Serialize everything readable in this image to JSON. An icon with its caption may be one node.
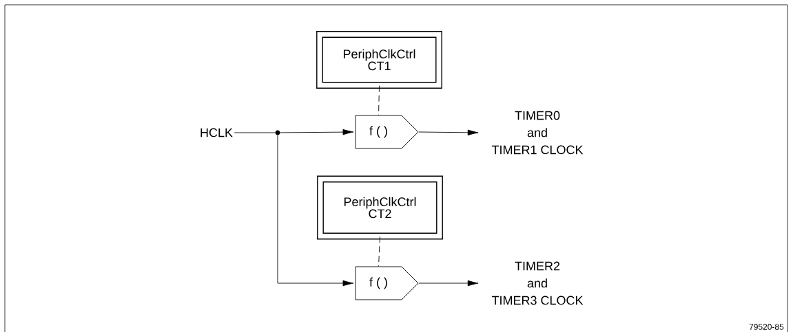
{
  "diagram": {
    "nodes": [
      {
        "text": [
          "HCLK"
        ]
      },
      {
        "text": [],
        "shape": "circle"
      },
      {
        "text": [
          "PeriphClkCtrl CT1"
        ]
      },
      {
        "text": [
          "f ( )"
        ]
      },
      {
        "text": [
          "TIMER0 and TIMER1 CLOCK"
        ]
      },
      {
        "text": [
          "PeriphClkCtrl CT2"
        ]
      },
      {
        "text": [
          "f ( )"
        ]
      },
      {
        "text": [
          "TIMER2 and TIMER3 CLOCK"
        ]
      }
    ],
    "edges": [
      {
        "from": 0,
        "to": 1,
        "arrow": "none"
      },
      {
        "from": 1,
        "to": 3,
        "arrow": "to"
      },
      {
        "from": 2,
        "to": 3,
        "arrow": "none",
        "style": "dashed"
      },
      {
        "from": 3,
        "to": 4,
        "arrow": "to"
      },
      {
        "from": 1,
        "to": 6,
        "arrow": "to"
      },
      {
        "from": 5,
        "to": 6,
        "arrow": "none",
        "style": "dashed"
      },
      {
        "from": 6,
        "to": 7,
        "arrow": "to"
      }
    ],
    "labels": [
      "79520-85"
    ]
  }
}
